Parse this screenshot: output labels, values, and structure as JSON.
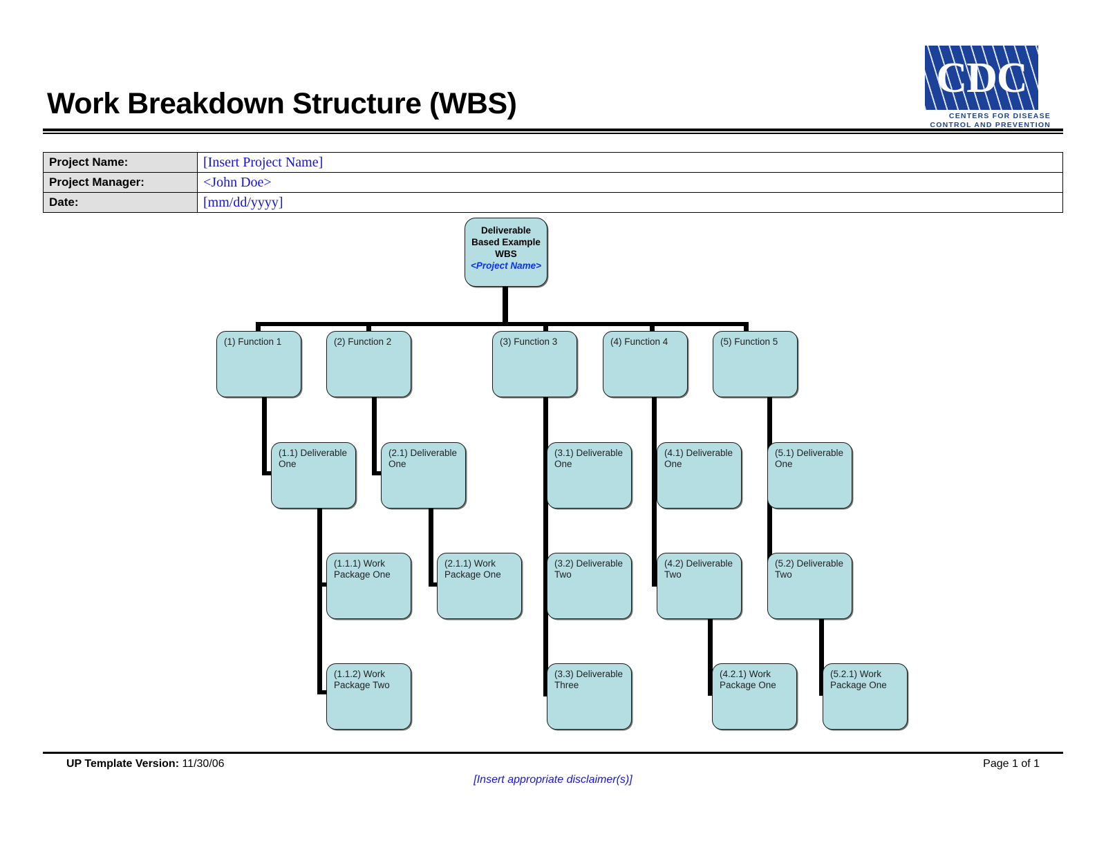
{
  "document": {
    "title": "Work Breakdown Structure (WBS)"
  },
  "logo": {
    "name": "cdc-logo",
    "letters": "CDC",
    "tagline_line1": "CENTERS  FOR  DISEASE",
    "tagline_line2": "CONTROL AND PREVENTION",
    "brand_color": "#1b4298"
  },
  "info_table": {
    "rows": [
      {
        "label": "Project Name:",
        "value": "[Insert Project Name]"
      },
      {
        "label": "Project Manager:",
        "value": "<John Doe>"
      },
      {
        "label": "Date:",
        "value": "[mm/dd/yyyy]"
      }
    ]
  },
  "diagram": {
    "node_fill": "#b5dee2",
    "root": {
      "title": "Deliverable\nBased Example\nWBS",
      "subtitle": "<Project Name>"
    },
    "nodes": [
      {
        "id": "f1",
        "label": "(1) Function 1"
      },
      {
        "id": "f2",
        "label": "(2) Function 2"
      },
      {
        "id": "f3",
        "label": "(3) Function 3"
      },
      {
        "id": "f4",
        "label": "(4) Function 4"
      },
      {
        "id": "f5",
        "label": "(5) Function 5"
      },
      {
        "id": "d11",
        "label": "(1.1) Deliverable One"
      },
      {
        "id": "d21",
        "label": "(2.1) Deliverable One"
      },
      {
        "id": "d31",
        "label": "(3.1) Deliverable One"
      },
      {
        "id": "d41",
        "label": "(4.1) Deliverable One"
      },
      {
        "id": "d51",
        "label": "(5.1) Deliverable One"
      },
      {
        "id": "w111",
        "label": "(1.1.1) Work Package One"
      },
      {
        "id": "w211",
        "label": "(2.1.1) Work Package One"
      },
      {
        "id": "d32",
        "label": "(3.2) Deliverable Two"
      },
      {
        "id": "d42",
        "label": "(4.2) Deliverable Two"
      },
      {
        "id": "d52",
        "label": "(5.2) Deliverable Two"
      },
      {
        "id": "w112",
        "label": "(1.1.2) Work Package Two"
      },
      {
        "id": "d33",
        "label": "(3.3) Deliverable Three"
      },
      {
        "id": "w421",
        "label": "(4.2.1) Work Package One"
      },
      {
        "id": "w521",
        "label": "(5.2.1) Work Package One"
      }
    ]
  },
  "footer": {
    "template_label": "UP Template Version:",
    "template_version": "11/30/06",
    "page": "Page 1 of 1",
    "disclaimer": "[Insert appropriate disclaimer(s)]"
  }
}
